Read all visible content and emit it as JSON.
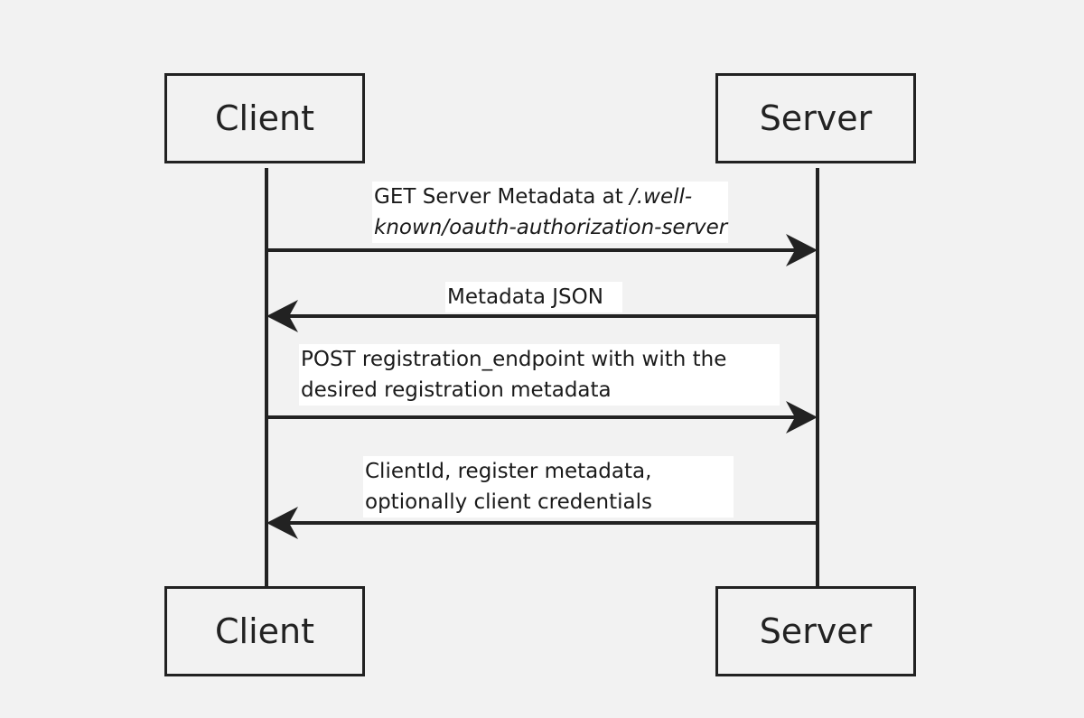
{
  "actors": {
    "client_top": "Client",
    "server_top": "Server",
    "client_bottom": "Client",
    "server_bottom": "Server"
  },
  "messages": [
    {
      "from": "Client",
      "to": "Server",
      "line1_plain": "GET Server Metadata at ",
      "line1_italic": "/.well-",
      "line2_italic": "known/oauth-authorization-server"
    },
    {
      "from": "Server",
      "to": "Client",
      "line1": "Metadata JSON"
    },
    {
      "from": "Client",
      "to": "Server",
      "line1": "POST registration_endpoint with with the",
      "line2": "desired registration metadata"
    },
    {
      "from": "Server",
      "to": "Client",
      "line1": "ClientId, register metadata,",
      "line2": "optionally client credentials"
    }
  ],
  "colors": {
    "background": "#f2f2f2",
    "stroke": "#222222",
    "label_background": "#ffffff"
  }
}
